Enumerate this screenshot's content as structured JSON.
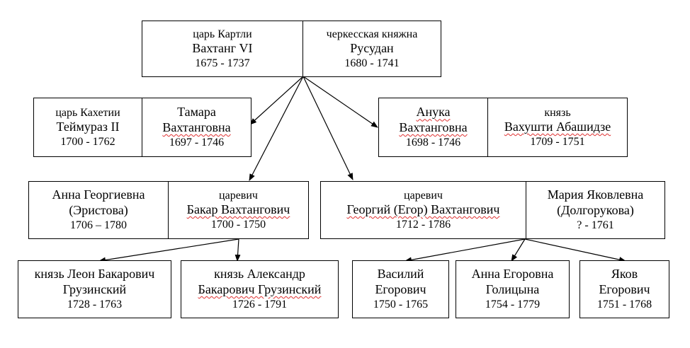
{
  "persons": {
    "vakhtang": {
      "title": "царь Картли",
      "name": "Вахтанг VI",
      "years": "1675 - 1737"
    },
    "rusudan": {
      "title": "черкесская княжна",
      "name": "Русудан",
      "years": "1680 - 1741"
    },
    "teimuraz": {
      "title": "царь Кахетии",
      "name": "Теймураз II",
      "years": "1700 - 1762"
    },
    "tamara": {
      "name_1": "Тамара",
      "name_2": "Вахтанговна",
      "years": "1697 - 1746"
    },
    "anuka": {
      "name_1": "Анука",
      "name_2": "Вахтанговна",
      "years": "1698 - 1746"
    },
    "vakhushti": {
      "title": "князь",
      "name": "Вахушти Абашидзе",
      "years": "1709 - 1751"
    },
    "anna_g": {
      "name_1": "Анна Георгиевна",
      "name_2": "(Эристова)",
      "years": "1706 – 1780"
    },
    "bakar": {
      "title": "царевич",
      "name": "Бакар Вахтангович",
      "years": "1700 - 1750"
    },
    "georgy": {
      "title": "царевич",
      "name": "Георгий (Егор) Вахтангович",
      "years": "1712 - 1786"
    },
    "maria": {
      "name_1": "Мария Яковлевна",
      "name_2": "(Долгорукова)",
      "years": "? - 1761"
    },
    "leon": {
      "name_1": "князь Леон Бакарович",
      "name_2": "Грузинский",
      "years": "1728 - 1763"
    },
    "alexandr": {
      "name_1": "князь Александр",
      "name_2": "Бакарович Грузинский",
      "years": "1726 - 1791"
    },
    "vasily": {
      "name_1": "Василий",
      "name_2": "Егорович",
      "years": "1750 - 1765"
    },
    "anna_e": {
      "name_1": "Анна Егоровна",
      "name_2": "Голицына",
      "years": "1754 - 1779"
    },
    "yakov": {
      "name_1": "Яков",
      "name_2": "Егорович",
      "years": "1751 - 1768"
    }
  },
  "edges": [
    {
      "from": "vakhtang",
      "to": "tamara"
    },
    {
      "from": "vakhtang",
      "to": "anuka"
    },
    {
      "from": "vakhtang",
      "to": "bakar"
    },
    {
      "from": "vakhtang",
      "to": "georgy"
    },
    {
      "from": "bakar",
      "to": "leon"
    },
    {
      "from": "bakar",
      "to": "alexandr"
    },
    {
      "from": "georgy",
      "to": "vasily"
    },
    {
      "from": "georgy",
      "to": "anna_e"
    },
    {
      "from": "georgy",
      "to": "yakov"
    }
  ]
}
